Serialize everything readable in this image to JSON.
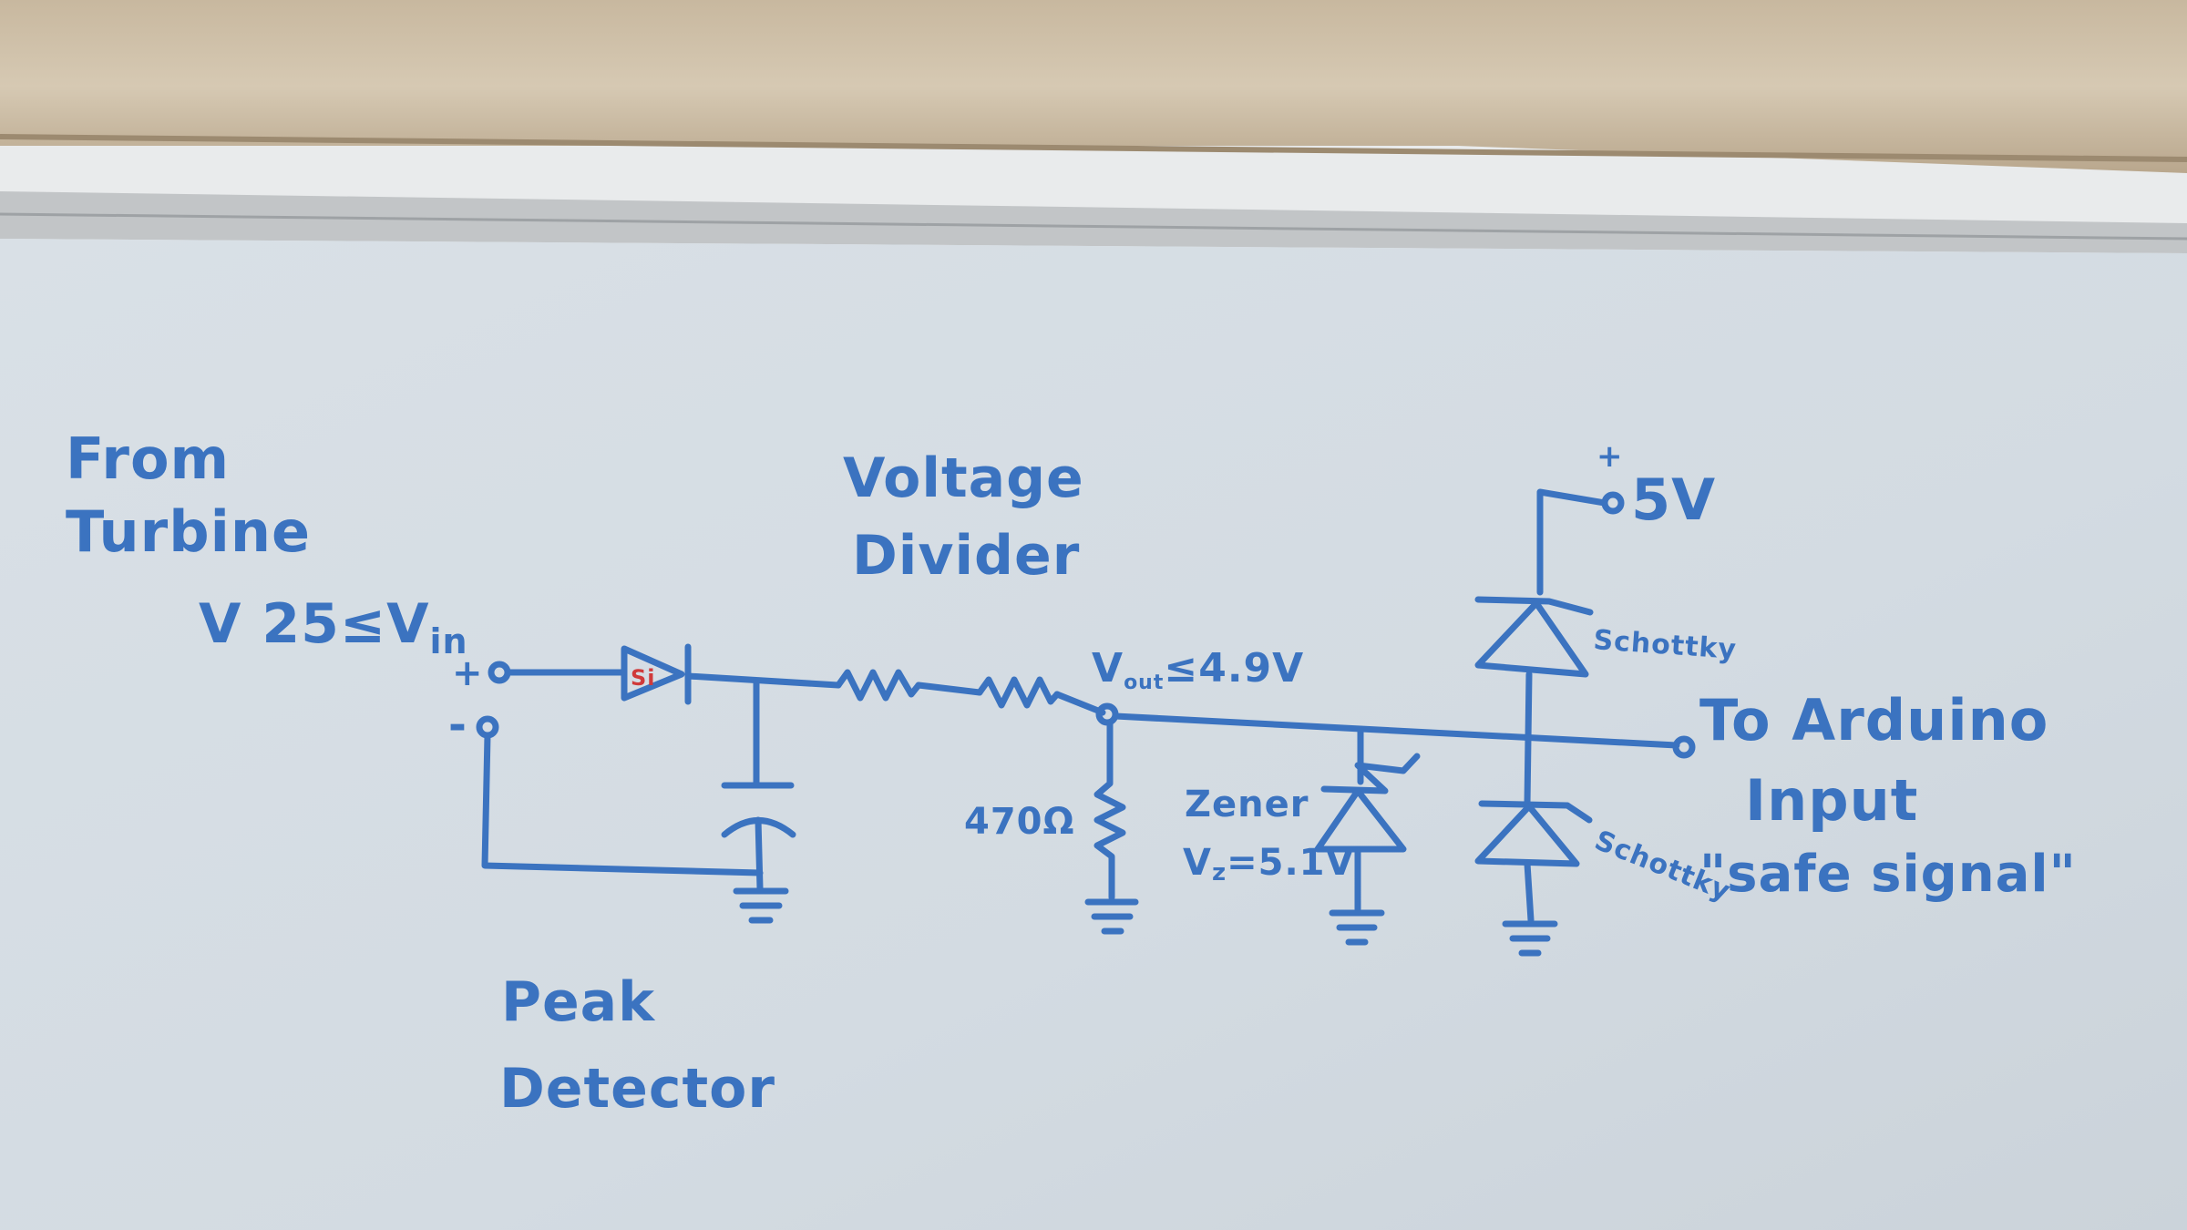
{
  "colors": {
    "ink": "#3b73c0",
    "red_ink": "#d03a3a",
    "board": "#d7dfe6",
    "beam": "#cdbfa8",
    "frame": "#c3c6c8",
    "wall": "#eaeced"
  },
  "labels": {
    "source_line1": "From",
    "source_line2": "Turbine",
    "vin_constraint_pre": "V 25≤V",
    "vin_sub": "in",
    "plus": "+",
    "minus": "-",
    "si_diode": "Si",
    "divider_line1": "Voltage",
    "divider_line2": "Divider",
    "vout_v": "V",
    "vout_sub": "out",
    "vout_rest": "≤4.9V",
    "resistor_value": "470Ω",
    "zener_line1": "Zener",
    "zener_line2": "V",
    "zener_sub": "z",
    "zener_value": "=5.1V",
    "supply_plus": "+",
    "supply_value": "5V",
    "schottky_top": "Schottky",
    "schottky_bottom": "Schottky",
    "output_line1": "To Arduino",
    "output_line2": "Input",
    "output_line3": "\"safe signal\"",
    "peak_line1": "Peak",
    "peak_line2": "Detector"
  }
}
